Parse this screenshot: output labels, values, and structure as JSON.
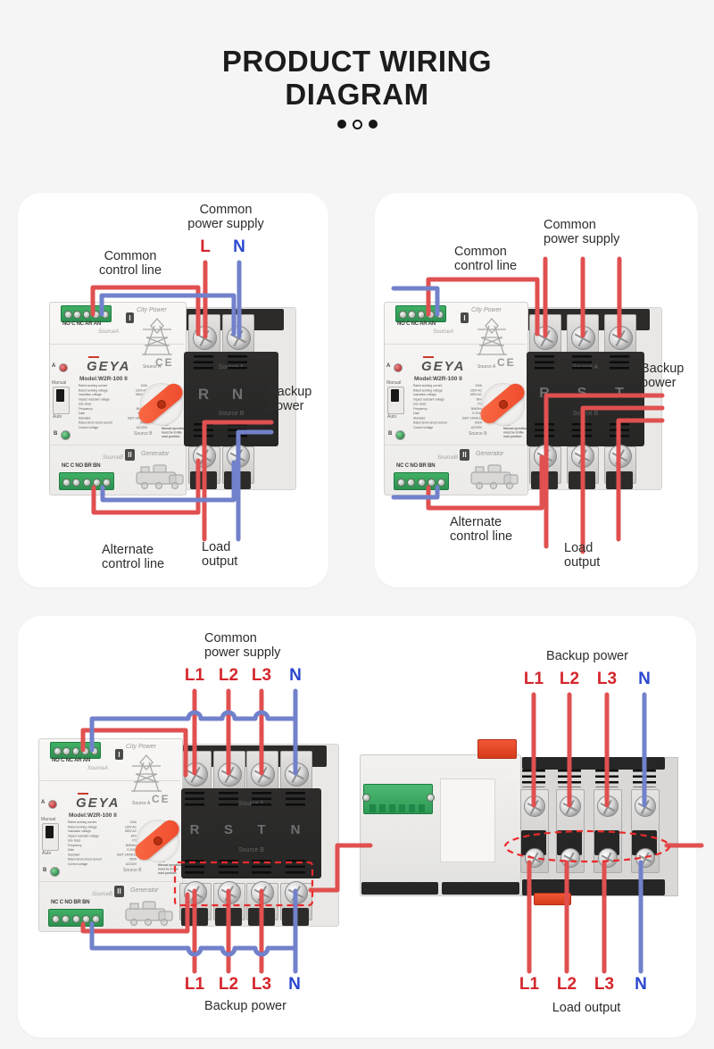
{
  "title": {
    "line1": "PRODUCT WIRING",
    "line2": "DIAGRAM"
  },
  "colors": {
    "wire_red": "#e05050",
    "wire_blue": "#7181cb",
    "label_red": "#d4262c",
    "label_blue": "#2b47cf",
    "dashed": "#ea2b2b",
    "green_block": "#33a55b",
    "handle": "#ee4a2c",
    "black_block": "#262625"
  },
  "device": {
    "brand": "GEYA",
    "ce": "CE",
    "model": "Model:W2R-100 II",
    "source_a": "Source A",
    "source_b": "Source B",
    "script_a": "SourceA",
    "script_b": "SourceB",
    "city_power": "City Power",
    "generator": "Generator",
    "marker1": "I",
    "marker2": "II",
    "top_terminals": "NO C NC AR AN",
    "bottom_terminals": "NC C NO BR BN",
    "led_a": "A",
    "led_b": "B",
    "manual": "Manual",
    "auto": "Auto",
    "note_lines": [
      "Note:",
      "Manual operation",
      "must be in Ma-",
      "nual position"
    ],
    "specs": [
      [
        "Rated working current",
        "100A"
      ],
      [
        "Rated working voltage",
        "230V AC"
      ],
      [
        "Insulation voltage",
        "690V AC"
      ],
      [
        "Impact resistant voltage",
        "8KV"
      ],
      [
        "Use class",
        "PC"
      ],
      [
        "Frequency",
        "50/60Hz"
      ],
      [
        "Date",
        "R 2019"
      ],
      [
        "Standard",
        "GB/T 14048.11"
      ],
      [
        "Rated short-circuit current",
        "50KA"
      ],
      [
        "Control voltage",
        "AC230V"
      ]
    ]
  },
  "panels": {
    "p1": {
      "letters": [
        "R",
        "N"
      ],
      "labels": {
        "common_power_supply": [
          "Common",
          "power supply"
        ],
        "common_control_line": [
          "Common",
          "control line"
        ],
        "backup_power": [
          "Backup",
          "power"
        ],
        "load_output": [
          "Load",
          "output"
        ],
        "alternate_control_line": [
          "Alternate",
          "control line"
        ]
      },
      "terminals": {
        "line": "L",
        "neutral": "N"
      }
    },
    "p2": {
      "letters": [
        "R",
        "S",
        "T"
      ],
      "labels": {
        "common_power_supply": [
          "Common",
          "power supply"
        ],
        "common_control_line": [
          "Common",
          "control line"
        ],
        "backup_power": [
          "Backup",
          "power"
        ],
        "load_output": [
          "Load",
          "output"
        ],
        "alternate_control_line": [
          "Alternate",
          "control line"
        ]
      }
    },
    "p3": {
      "letters": [
        "R",
        "S",
        "T",
        "N"
      ],
      "labels": {
        "common_power_supply": [
          "Common",
          "power supply"
        ],
        "backup_power_left": "Backup power",
        "backup_power_right": "Backup power",
        "load_output": "Load output"
      },
      "phase_labels": [
        "L1",
        "L2",
        "L3"
      ],
      "neutral_label": "N"
    }
  }
}
